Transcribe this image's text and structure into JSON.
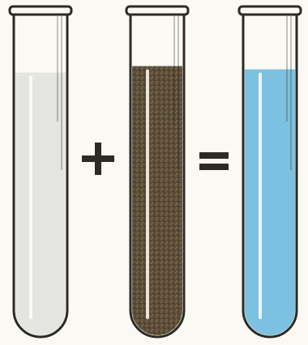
{
  "tubes": [
    {
      "id": "tube-1",
      "liquid": "pale-grey",
      "color": "#e4e5e1",
      "texture": "smooth",
      "fill_level": 0.82
    },
    {
      "id": "tube-2",
      "liquid": "dark-brown",
      "color": "#5a4b37",
      "texture": "speckled",
      "fill_level": 0.84
    },
    {
      "id": "tube-3",
      "liquid": "light-blue",
      "color": "#7cc2e0",
      "texture": "smooth",
      "fill_level": 0.83
    }
  ],
  "operators": {
    "plus": {
      "symbol": "+",
      "icon": "plus-sign-icon"
    },
    "equals": {
      "symbol": "=",
      "icon": "equals-sign-icon"
    }
  },
  "colors": {
    "outline": "#2c2a26",
    "background": "#fbf9f3",
    "glass_highlight": "#ffffff"
  }
}
